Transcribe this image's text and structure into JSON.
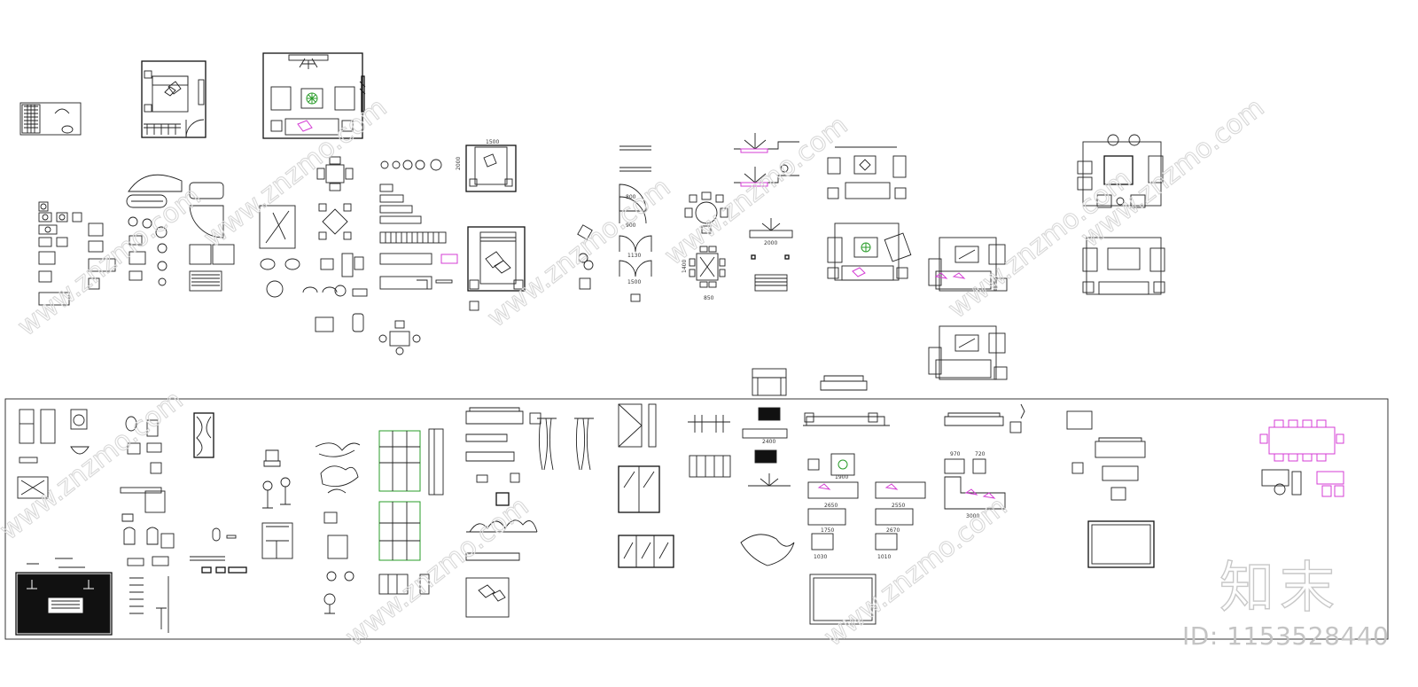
{
  "watermark": {
    "site": "www.znzmo.com",
    "brand": "知末",
    "id_label": "ID: 1153528440"
  },
  "dimensions": {
    "bed_width": "1500",
    "bed_length": "2000",
    "door_800": "800",
    "door_900": "900",
    "door_1130": "1130",
    "door_1500": "1500",
    "table_850": "850",
    "table_1400": "1400",
    "tv_2000": "2000",
    "tv_2400": "2400",
    "sofa_970": "970",
    "sofa_720": "720",
    "sofa_2650": "2650",
    "sofa_2550": "2550",
    "sofa_1750": "1750",
    "sofa_2670": "2670",
    "sofa_1030": "1030",
    "sofa_1010": "1010",
    "sofa_3000": "3000",
    "sofa_1900": "1900"
  },
  "colors": {
    "line": "#222222",
    "accent_magenta": "#d43cd4",
    "accent_green": "#2a9c2a",
    "watermark": "#d8d8d8"
  }
}
